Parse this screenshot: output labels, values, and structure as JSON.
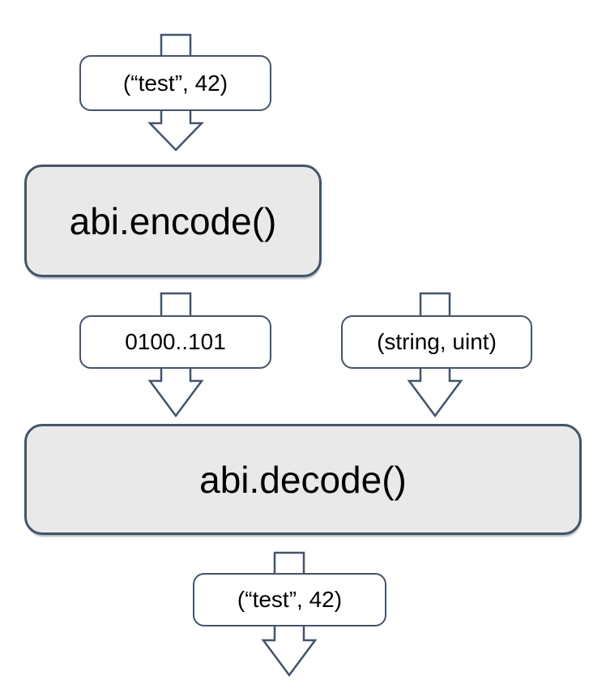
{
  "diagram": {
    "colors": {
      "outline": "#44546a",
      "process_fill": "#e9e9e9",
      "value_fill": "#ffffff",
      "text": "#000000",
      "background": "#ffffff"
    },
    "nodes": {
      "input_tuple": {
        "label": "(“test”, 42)"
      },
      "encode": {
        "label": "abi.encode()"
      },
      "encoded_bytes": {
        "label": "0100..101"
      },
      "type_tuple": {
        "label": "(string, uint)"
      },
      "decode": {
        "label": "abi.decode()"
      },
      "output_tuple": {
        "label": "(“test”, 42)"
      }
    },
    "icons": {
      "arrow": "down-block-arrow"
    }
  }
}
